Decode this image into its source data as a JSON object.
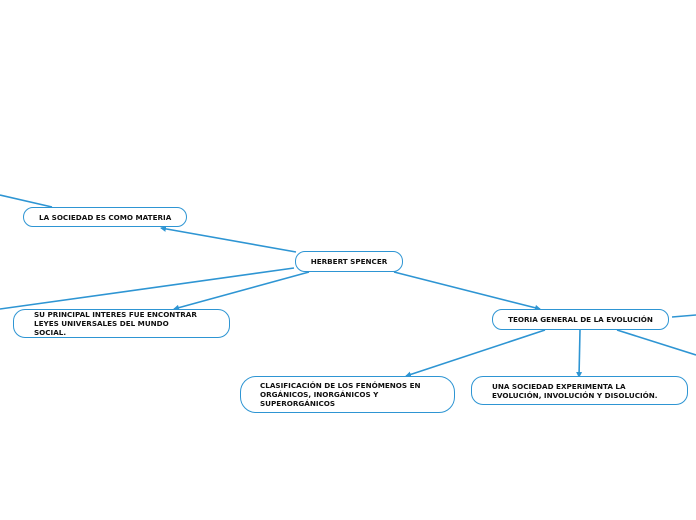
{
  "map": {
    "root": {
      "label": "HERBERT SPENCER"
    },
    "topics": {
      "sociedad_materia": {
        "label": "LA SOCIEDAD ES COMO MATERIA"
      },
      "principal_interes": {
        "label": "SU PRINCIPAL INTERES FUE ENCONTRAR LEYES UNIVERSALES DEL MUNDO SOCIAL."
      },
      "teoria_evolucion": {
        "label": "TEORIA GENERAL DE LA EVOLUCIÓN"
      }
    },
    "subtopics": {
      "clasificacion": {
        "label": "CLASIFICACIÓN DE LOS FENÓMENOS EN ORGÁNICOS, INORGÁNICOS Y SUPERORGÁNICOS"
      },
      "sociedad_experimenta": {
        "label": "UNA SOCIEDAD EXPERIMENTA LA EVOLUCIÓN, INVOLUCIÓN Y DISOLUCIÓN."
      }
    }
  },
  "colors": {
    "connector": "#2e95d3",
    "node_border": "#2e95d3",
    "node_background": "#ffffff",
    "text": "#111111",
    "background": "#ffffff"
  }
}
